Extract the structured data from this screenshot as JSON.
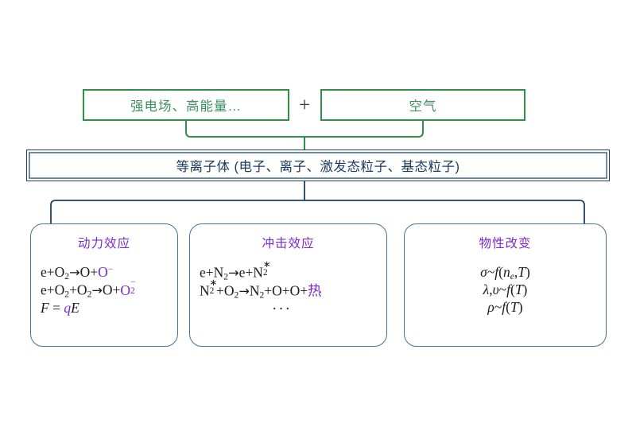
{
  "diagram": {
    "title_semantic": "plasma-effect-flow-diagram",
    "colors": {
      "green_box_border": "#2e9146",
      "green_text": "#3f8f63",
      "navy_border": "#1f3f63",
      "navy_text": "#1c3c60",
      "steel_blue_border": "#4a7198",
      "purple_heading": "#7a2ad0",
      "formula_text": "#1a1a1a",
      "background": "#ffffff"
    },
    "inputs": {
      "left_box_label": "强电场、高能量…",
      "operator": "+",
      "right_box_label": "空气"
    },
    "plasma": {
      "label": "等离子体 (电子、离子、激发态粒子、基态粒子)"
    },
    "effects": [
      {
        "id": "kinetic",
        "title": "动力效应",
        "formulas": [
          {
            "id": "eq-e-O2-to-O-Ominus",
            "text": "e+O₂→O+O⁻",
            "highlight": "O⁻"
          },
          {
            "id": "eq-e-O2-O2-to-O-O2minus",
            "text": "e+O₂+O₂→O+O₂⁻",
            "highlight": "O₂⁻"
          },
          {
            "id": "eq-F-equals-qE",
            "text": "F = qE",
            "highlight": "q"
          }
        ]
      },
      {
        "id": "impact",
        "title": "冲击效应",
        "formulas": [
          {
            "id": "eq-e-N2-to-e-N2star",
            "text": "e+N₂→e+N₂*",
            "highlight": ""
          },
          {
            "id": "eq-N2star-O2-to-N2-O-O-heat",
            "text": "N₂*+O₂→N₂+O+O+热",
            "highlight": "热"
          },
          {
            "id": "eq-ellipsis",
            "text": "⋯",
            "highlight": ""
          }
        ]
      },
      {
        "id": "property",
        "title": "物性改变",
        "formulas": [
          {
            "id": "eq-sigma-f-ne-T",
            "text": "σ~f(nₑ,T)",
            "highlight": ""
          },
          {
            "id": "eq-lambda-upsilon-f-T",
            "text": "λ,υ~f(T)",
            "highlight": ""
          },
          {
            "id": "eq-rho-f-T",
            "text": "ρ~f(T)",
            "highlight": ""
          }
        ]
      }
    ],
    "connectors": {
      "top_bracket_label": "green-merge-bracket",
      "bottom_bracket_label": "navy-split-bracket"
    }
  }
}
